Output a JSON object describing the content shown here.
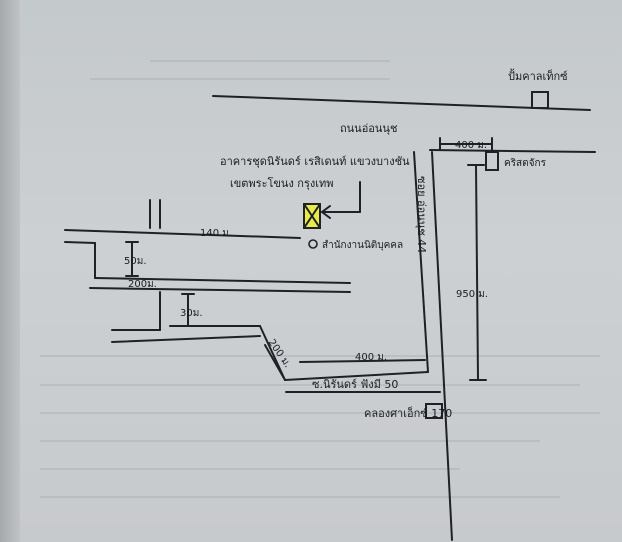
{
  "map": {
    "landmarks": {
      "gas_station": "ปั้มคาลเท็กซ์",
      "road_north": "ถนนอ่อนนุช",
      "target_building_line1": "อาคารชุดนิรันดร์ เรสิเดนท์ แขวงบางชัน",
      "target_building_line2": "เขตพระโขนง กรุงเทพ",
      "office": "สำนักงานนิติบุคคล",
      "soi_44": "ซอย อ่อนนุช 44",
      "christ_church": "คริสตจักร",
      "street_name": "ซ.นิรันดร์ ฟังมี 50",
      "canal": "คลองศาเอ็กซ์ 170"
    },
    "distances": {
      "d_400_top": "400 ม.",
      "d_140": "140 ม.",
      "d_50": "50ม.",
      "d_200": "200ม.",
      "d_30": "30ม.",
      "d_200_diag": "200 ม.",
      "d_400_bottom": "400 ม.",
      "d_950": "950 ม."
    },
    "colors": {
      "ink": "#1f2128",
      "marker_fill": "#e8ea4a"
    }
  }
}
